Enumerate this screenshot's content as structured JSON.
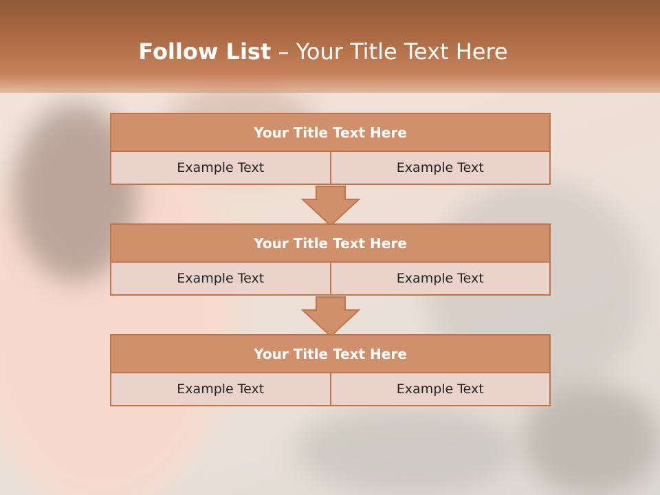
{
  "slide": {
    "title_bold": "Follow List",
    "title_rest": " – Your Title Text Here"
  },
  "steps": [
    {
      "title": "Your Title Text Here",
      "left": "Example Text",
      "right": "Example Text"
    },
    {
      "title": "Your Title Text Here",
      "left": "Example Text",
      "right": "Example Text"
    },
    {
      "title": "Your Title Text Here",
      "left": "Example Text",
      "right": "Example Text"
    }
  ],
  "colors": {
    "header": "#b06d45",
    "step_title_fill": "#d0906b",
    "step_border": "#c0744a",
    "cell_fill": "#ead3ca"
  }
}
